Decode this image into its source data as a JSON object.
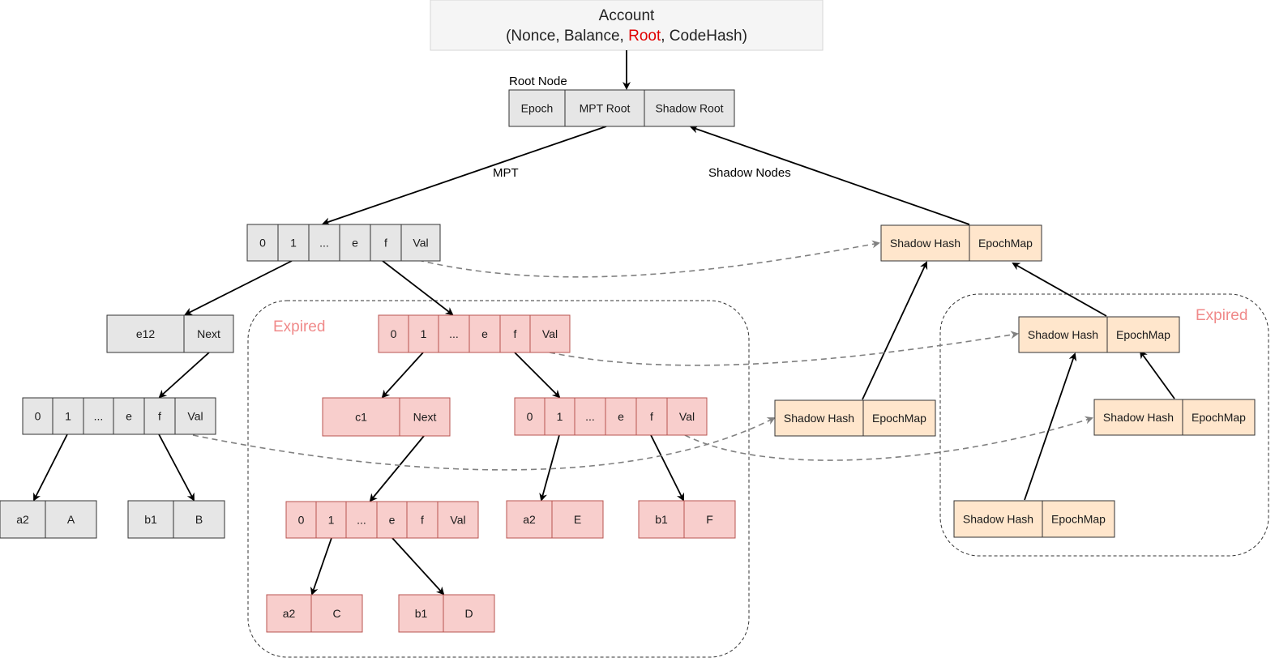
{
  "account": {
    "title": "Account",
    "fields_prefix": "(Nonce, Balance, ",
    "fields_highlight": "Root",
    "fields_suffix": ", CodeHash)",
    "highlight_color": "#e00000"
  },
  "labels": {
    "root_node": "Root Node",
    "mpt": "MPT",
    "shadow_nodes": "Shadow Nodes",
    "expired_left": "Expired",
    "expired_right": "Expired"
  },
  "colors": {
    "gray_fill": "#e6e6e6",
    "red_fill": "#f8cecc",
    "red_stroke": "#b85450",
    "orange_fill": "#ffe6cc",
    "expired_text": "#f08a8a"
  },
  "nodes": {
    "root": [
      "Epoch",
      "MPT Root",
      "Shadow Root"
    ],
    "branch_top": [
      "0",
      "1",
      "...",
      "e",
      "f",
      "Val"
    ],
    "ext_e12": [
      "e12",
      "Next"
    ],
    "branch_mid_left": [
      "0",
      "1",
      "...",
      "e",
      "f",
      "Val"
    ],
    "leaf_a2_A": [
      "a2",
      "A"
    ],
    "leaf_b1_B": [
      "b1",
      "B"
    ],
    "exp_branch_top": [
      "0",
      "1",
      "...",
      "e",
      "f",
      "Val"
    ],
    "exp_ext_c1": [
      "c1",
      "Next"
    ],
    "exp_branch_right": [
      "0",
      "1",
      "...",
      "e",
      "f",
      "Val"
    ],
    "exp_branch_low": [
      "0",
      "1",
      "...",
      "e",
      "f",
      "Val"
    ],
    "exp_leaf_a2_C": [
      "a2",
      "C"
    ],
    "exp_leaf_b1_D": [
      "b1",
      "D"
    ],
    "exp_leaf_a2_E": [
      "a2",
      "E"
    ],
    "exp_leaf_b1_F": [
      "b1",
      "F"
    ],
    "shadow_top": [
      "Shadow Hash",
      "EpochMap"
    ],
    "shadow_mid": [
      "Shadow Hash",
      "EpochMap"
    ],
    "shadow_exp_top": [
      "Shadow Hash",
      "EpochMap"
    ],
    "shadow_exp_mid": [
      "Shadow Hash",
      "EpochMap"
    ],
    "shadow_exp_low": [
      "Shadow Hash",
      "EpochMap"
    ]
  }
}
